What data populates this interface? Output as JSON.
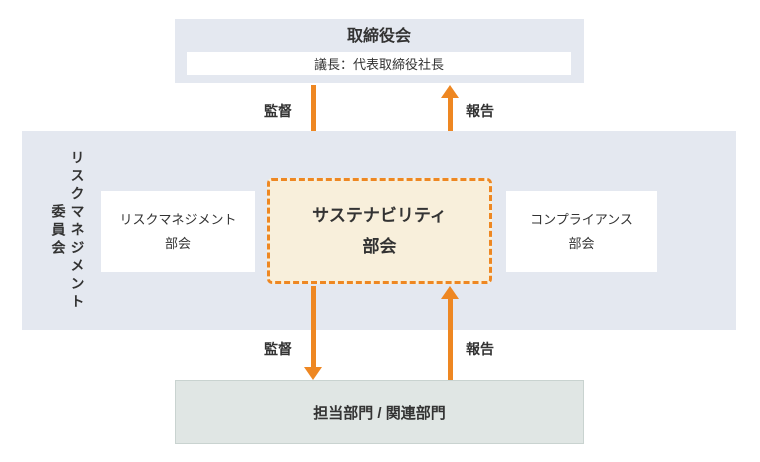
{
  "colors": {
    "accent_orange": "#ee8722",
    "panel_blue": "#e4e8f0",
    "highlight_cream": "#f8efdb",
    "dept_gray": "#e0e6e4",
    "dept_border": "#c9d3d0",
    "text_dark": "#333333"
  },
  "board": {
    "title": "取締役会",
    "chair": "議長：代表取締役社長"
  },
  "committee": {
    "side_label_line1": "リスクマネジメント",
    "side_label_line2": "委員会",
    "risk_subcommittee": {
      "line1": "リスクマネジメント",
      "line2": "部会"
    },
    "sustainability_subcommittee": {
      "line1": "サステナビリティ",
      "line2": "部会"
    },
    "compliance_subcommittee": {
      "line1": "コンプライアンス",
      "line2": "部会"
    }
  },
  "departments": {
    "label": "担当部門 / 関連部門"
  },
  "flow_labels": {
    "supervise_top": "監督",
    "report_top": "報告",
    "supervise_bottom": "監督",
    "report_bottom": "報告"
  }
}
